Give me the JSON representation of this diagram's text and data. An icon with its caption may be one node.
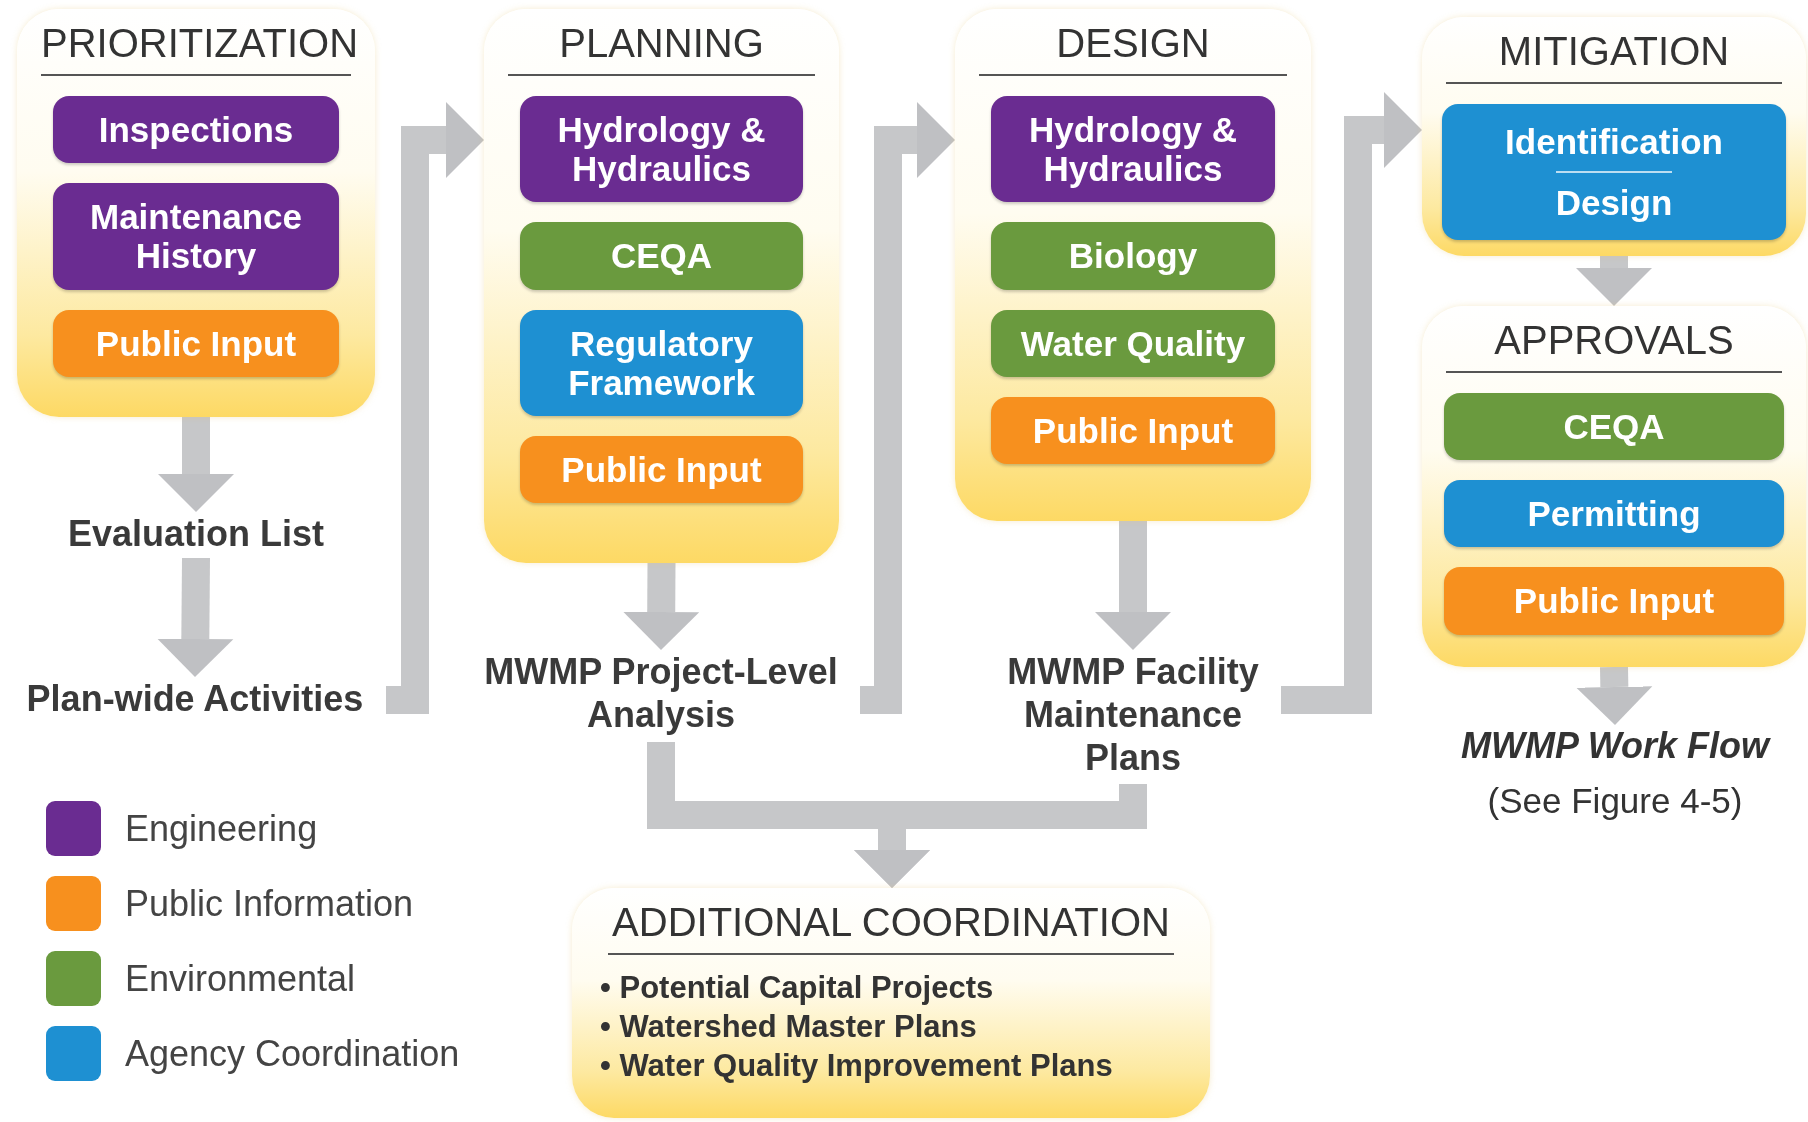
{
  "diagram": {
    "nodes": [
      {
        "text": [
          "PRIORITIZATION"
        ]
      },
      {
        "text": [
          "Inspections"
        ],
        "in": 0
      },
      {
        "text": [
          "Maintenance History"
        ],
        "in": 0
      },
      {
        "text": [
          "Public Input"
        ],
        "in": 0
      },
      {
        "text": [
          "Evaluation List"
        ]
      },
      {
        "text": [
          "Plan-wide Activities"
        ]
      },
      {
        "text": [
          "PLANNING"
        ]
      },
      {
        "text": [
          "Hydrology & Hydraulics"
        ],
        "in": 6
      },
      {
        "text": [
          "CEQA"
        ],
        "in": 6
      },
      {
        "text": [
          "Regulatory Framework"
        ],
        "in": 6
      },
      {
        "text": [
          "Public Input"
        ],
        "in": 6
      },
      {
        "text": [
          "MWMP Project-Level Analysis"
        ]
      },
      {
        "text": [
          "DESIGN"
        ]
      },
      {
        "text": [
          "Hydrology & Hydraulics"
        ],
        "in": 12
      },
      {
        "text": [
          "Biology"
        ],
        "in": 12
      },
      {
        "text": [
          "Water Quality"
        ],
        "in": 12
      },
      {
        "text": [
          "Public Input"
        ],
        "in": 12
      },
      {
        "text": [
          "MWMP Facility Maintenance Plans"
        ]
      },
      {
        "text": [
          "MITIGATION"
        ]
      },
      {
        "text": [
          "Identification",
          "Design"
        ],
        "in": 18
      },
      {
        "text": [
          "APPROVALS"
        ]
      },
      {
        "text": [
          "CEQA"
        ],
        "in": 20
      },
      {
        "text": [
          "Permitting"
        ],
        "in": 20
      },
      {
        "text": [
          "Public Input"
        ],
        "in": 20
      },
      {
        "text": [
          "MWMP Work Flow",
          "(See Figure 4-5)"
        ]
      },
      {
        "text": [
          "ADDITIONAL COORDINATION",
          "• Potential Capital Projects",
          "• Watershed Master Plans",
          "• Water Quality Improvement Plans"
        ]
      }
    ],
    "edges": [
      {
        "from": 0,
        "to": 4,
        "arrow": "to"
      },
      {
        "from": 4,
        "to": 5,
        "arrow": "to"
      },
      {
        "from": 5,
        "to": 6,
        "arrow": "to"
      },
      {
        "from": 6,
        "to": 11,
        "arrow": "to"
      },
      {
        "from": 11,
        "to": 12,
        "arrow": "to"
      },
      {
        "from": 12,
        "to": 17,
        "arrow": "to"
      },
      {
        "from": 17,
        "to": 18,
        "arrow": "to"
      },
      {
        "from": 18,
        "to": 20,
        "arrow": "to"
      },
      {
        "from": 20,
        "to": 24,
        "arrow": "to"
      },
      {
        "from": 11,
        "to": 25,
        "arrow": "to"
      },
      {
        "from": 17,
        "to": 25,
        "arrow": "to"
      }
    ],
    "legend": [
      {
        "text": "Engineering",
        "color": "#6a2c91"
      },
      {
        "text": "Public Information",
        "color": "#f7901e"
      },
      {
        "text": "Environmental",
        "color": "#6a9a3e"
      },
      {
        "text": "Agency Coordination",
        "color": "#1e90d2"
      }
    ]
  }
}
